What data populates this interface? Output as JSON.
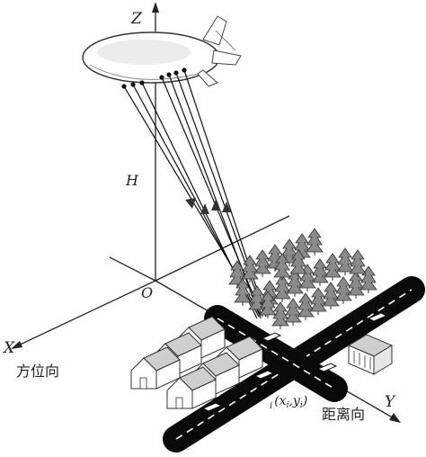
{
  "axes": {
    "z_label": "Z",
    "h_label": "H",
    "o_label": "O",
    "x_label": "X",
    "y_label": "Y",
    "azimuth_label": "方位向",
    "range_label": "距离向"
  },
  "point_label": {
    "prefix": "(",
    "x": "x",
    "x_sub": "i",
    "sep": ",",
    "y": "y",
    "y_sub": "i",
    "suffix": ")",
    "lead": "i"
  },
  "colors": {
    "ink": "#222222",
    "road": "#0a0a0a",
    "lane": "#ffffff",
    "roof": "#d8d8d8",
    "wall": "#ffffff",
    "tree": "#7a7a7a"
  }
}
